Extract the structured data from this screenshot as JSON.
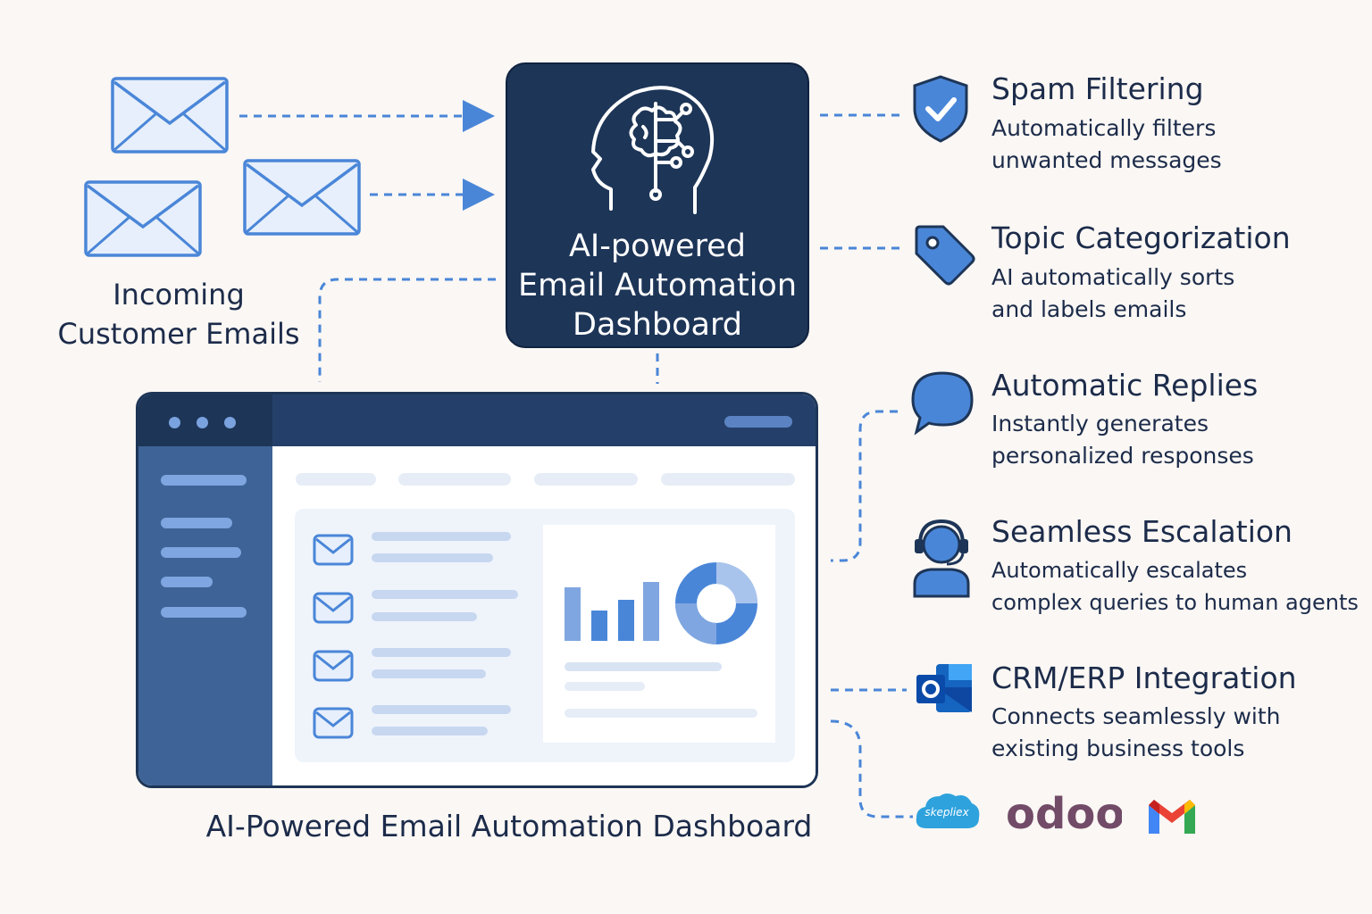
{
  "hub": {
    "title": "AI-powered\nEmail Automation\nDashboard",
    "icon": "ai-brain-head-icon"
  },
  "incoming": {
    "label": "Incoming\nCustomer Emails",
    "icon": "envelope-icon"
  },
  "features": [
    {
      "title": "Spam Filtering",
      "description": "Automatically filters\nunwanted messages",
      "icon": "shield-check-icon"
    },
    {
      "title": "Topic Categorization",
      "description": "AI automatically sorts\nand labels emails",
      "icon": "tag-icon"
    },
    {
      "title": "Automatic Replies",
      "description": "Instantly generates\npersonalized responses",
      "icon": "chat-bubble-icon"
    },
    {
      "title": "Seamless Escalation",
      "description": "Automatically escalates\ncomplex queries to human agents",
      "icon": "support-agent-icon"
    },
    {
      "title": "CRM/ERP Integration",
      "description": "Connects seamlessly with\nexisting business tools",
      "icon": "outlook-icon"
    }
  ],
  "integrations": {
    "salesforce_text": "skepliex",
    "odoo_text": "odoo",
    "gmail_icon": "gmail-icon"
  },
  "dashboard": {
    "caption": "AI-Powered Email Automation Dashboard"
  },
  "colors": {
    "navy": "#1d3557",
    "accent_blue": "#4a86d8",
    "light_blue": "#e6effb",
    "background": "#faf7f4",
    "connector": "#4a86d8",
    "odoo_purple": "#714b67"
  }
}
